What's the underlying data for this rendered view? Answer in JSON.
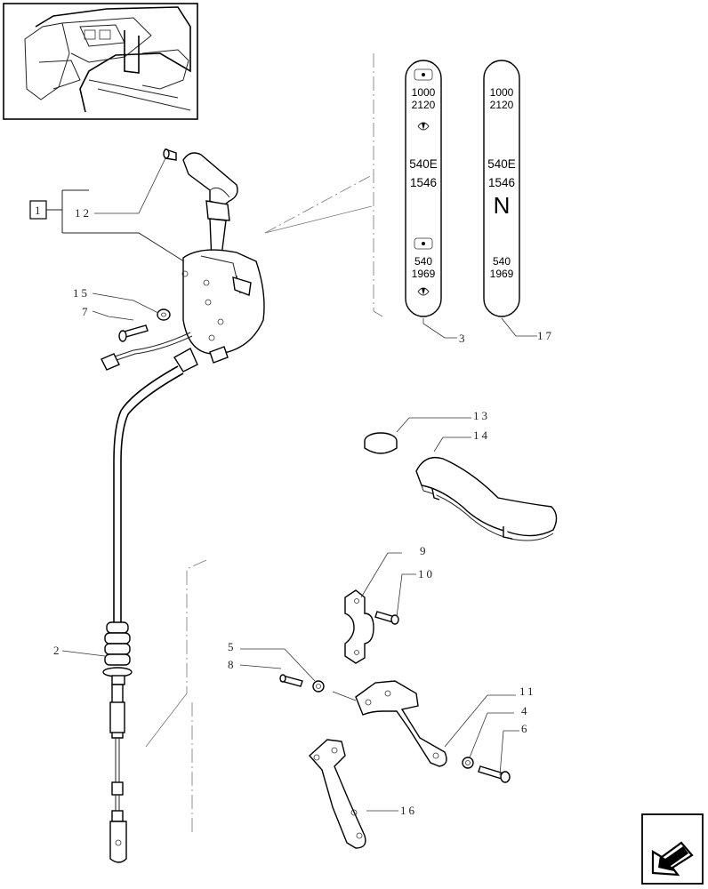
{
  "callouts": {
    "ref_box": "1",
    "c12": "12",
    "c15": "15",
    "c7": "7",
    "c3": "3",
    "c17": "17",
    "c13": "13",
    "c14": "14",
    "c9": "9",
    "c10": "10",
    "c2": "2",
    "c5": "5",
    "c8": "8",
    "c11": "11",
    "c4": "4",
    "c6": "6",
    "c16": "16"
  },
  "plate_left": {
    "top_speed": "1000",
    "top_rpm": "2120",
    "mid_speed": "540E",
    "mid_rpm": "1546",
    "bottom_speed": "540",
    "bottom_rpm": "1969"
  },
  "plate_right": {
    "top_speed": "1000",
    "top_rpm": "2120",
    "mid_speed": "540E",
    "mid_rpm": "1546",
    "neutral": "N",
    "bottom_speed": "540",
    "bottom_rpm": "1969"
  }
}
